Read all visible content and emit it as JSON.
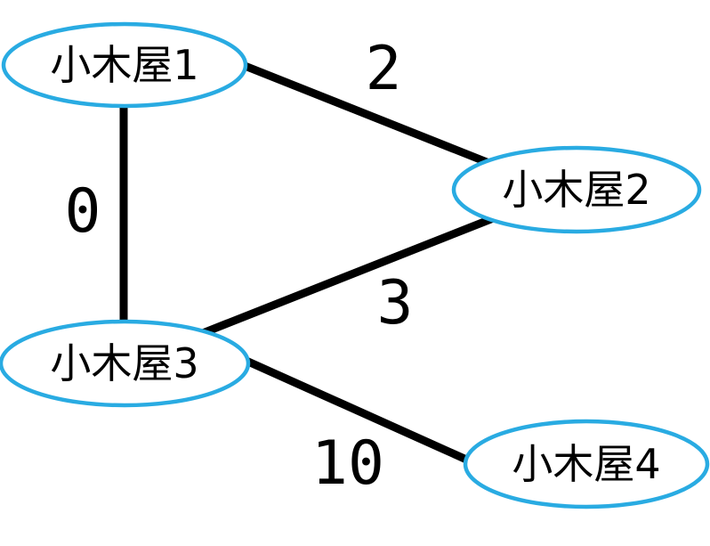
{
  "diagram": {
    "type": "undirected-weighted-graph",
    "background": "#FFFFFF",
    "colors": {
      "node_fill": "#FFFFFF",
      "node_stroke": "#29ABE2",
      "edge_stroke": "#000000",
      "label_color": "#000000"
    },
    "nodes": [
      {
        "label": "小木屋1"
      },
      {
        "label": "小木屋2"
      },
      {
        "label": "小木屋3"
      },
      {
        "label": "小木屋4"
      }
    ],
    "edges": [
      {
        "from": "小木屋1",
        "to": "小木屋2",
        "weight": "2"
      },
      {
        "from": "小木屋1",
        "to": "小木屋3",
        "weight": "0"
      },
      {
        "from": "小木屋2",
        "to": "小木屋3",
        "weight": "3"
      },
      {
        "from": "小木屋3",
        "to": "小木屋4",
        "weight": "10"
      }
    ]
  }
}
